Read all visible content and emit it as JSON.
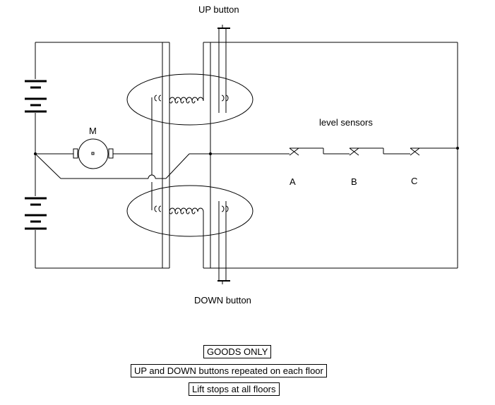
{
  "labels": {
    "up_button": "UP button",
    "down_button": "DOWN button",
    "motor": "M",
    "level_sensors": "level sensors",
    "sensor_a": "A",
    "sensor_b": "B",
    "sensor_c": "C"
  },
  "notes": {
    "goods_only": "GOODS ONLY",
    "buttons_repeated": "UP and DOWN buttons repeated on each floor",
    "lift_stops": "Lift stops at all floors"
  },
  "colors": {
    "line": "#000000",
    "background": "#ffffff"
  }
}
